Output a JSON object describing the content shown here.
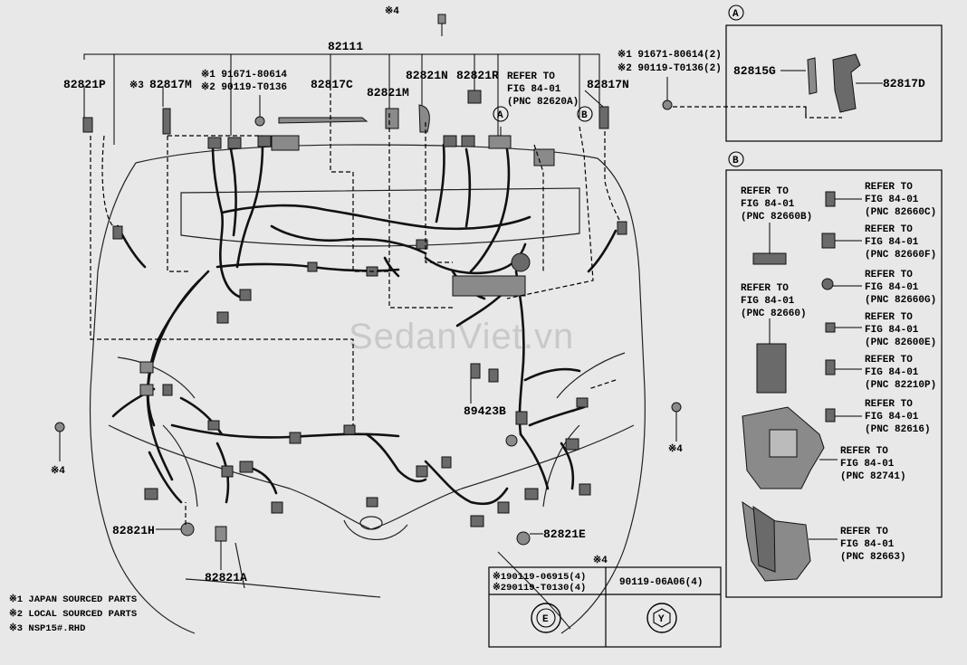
{
  "watermark": "SedanViet.vn",
  "top_part": "82111",
  "labels": {
    "p82821P": "82821P",
    "p82817M": "82817M",
    "p82817M_mark": "※3",
    "bolt_line1": "※1 91671-80614",
    "bolt_line2": "※2 90119-T0136",
    "p82817C": "82817C",
    "p82821M": "82821M",
    "p82821N": "82821N",
    "p82821R": "82821R",
    "ref_top": [
      "REFER TO",
      "FIG 84-01",
      "(PNC 82620A)"
    ],
    "p82817N": "82817N",
    "top_mark4": "※4",
    "p89423B": "89423B",
    "p82821H": "82821H",
    "p82821A": "82821A",
    "p82821E": "82821E",
    "left_mark4": "※4",
    "right_mark4": "※4",
    "circle_A": "A",
    "circle_B": "B"
  },
  "detail_A": {
    "bolt_line1": "※1 91671-80614(2)",
    "bolt_line2": "※2 90119-T0136(2)",
    "p82815G": "82815G",
    "p82817D": "82817D",
    "badge": "A"
  },
  "detail_B": {
    "badge": "B",
    "refs": [
      [
        "REFER TO",
        "FIG 84-01",
        "(PNC 82660B)"
      ],
      [
        "REFER TO",
        "FIG 84-01",
        "(PNC 82660C)"
      ],
      [
        "REFER TO",
        "FIG 84-01",
        "(PNC 82660F)"
      ],
      [
        "REFER TO",
        "FIG 84-01",
        "(PNC 82660G)"
      ],
      [
        "REFER TO",
        "FIG 84-01",
        "(PNC 82660)"
      ],
      [
        "REFER TO",
        "FIG 84-01",
        "(PNC 82600E)"
      ],
      [
        "REFER TO",
        "FIG 84-01",
        "(PNC 82210P)"
      ],
      [
        "REFER TO",
        "FIG 84-01",
        "(PNC 82616)"
      ],
      [
        "REFER TO",
        "FIG 84-01",
        "(PNC 82741)"
      ],
      [
        "REFER TO",
        "FIG 84-01",
        "(PNC 82663)"
      ]
    ]
  },
  "bolt_table": {
    "header_mark": "※4",
    "col1_line1": "※190119-06915(4)",
    "col1_line2": "※290119-T0130(4)",
    "col2": "90119-06A06(4)",
    "bolt1_letter": "E",
    "bolt2_letter": "Y"
  },
  "legend": [
    "※1 JAPAN SOURCED PARTS",
    "※2 LOCAL SOURCED PARTS",
    "※3 NSP15#.RHD"
  ]
}
